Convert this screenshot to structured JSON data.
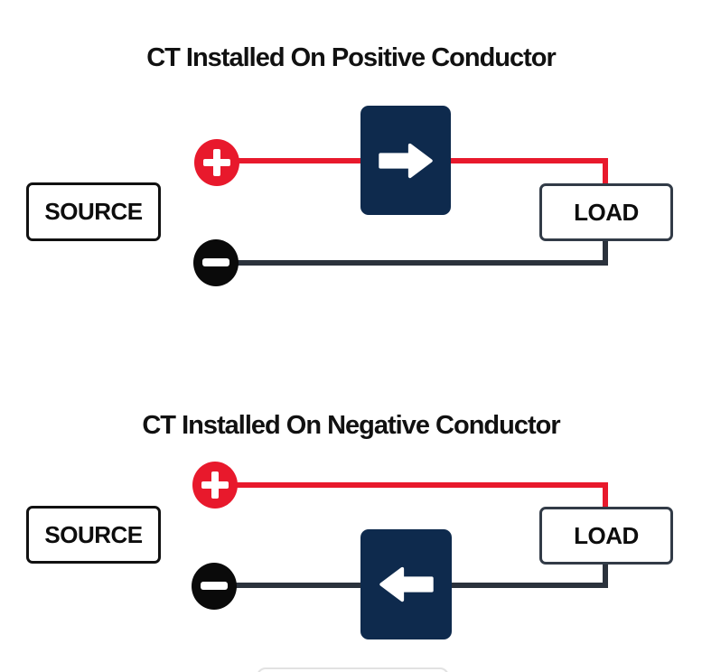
{
  "theme": {
    "background": "#ffffff",
    "positive": "#e8192c",
    "negative": "#2b323c",
    "terminal_negative": "#0a0a0a",
    "ct_navy": "#0e2a4d",
    "source_border": "#111111",
    "load_border": "#323b47",
    "title": "#111111",
    "partial_border": "#e2e2e2"
  },
  "diagrams": [
    {
      "title": "CT Installed On Positive Conductor",
      "source_label": "SOURCE",
      "load_label": "LOAD",
      "positive_terminal": "+",
      "negative_terminal": "−",
      "ct_arrow": "right",
      "ct_installed_on": "positive"
    },
    {
      "title": "CT Installed On Negative Conductor",
      "source_label": "SOURCE",
      "load_label": "LOAD",
      "positive_terminal": "+",
      "negative_terminal": "−",
      "ct_arrow": "left",
      "ct_installed_on": "negative"
    }
  ]
}
